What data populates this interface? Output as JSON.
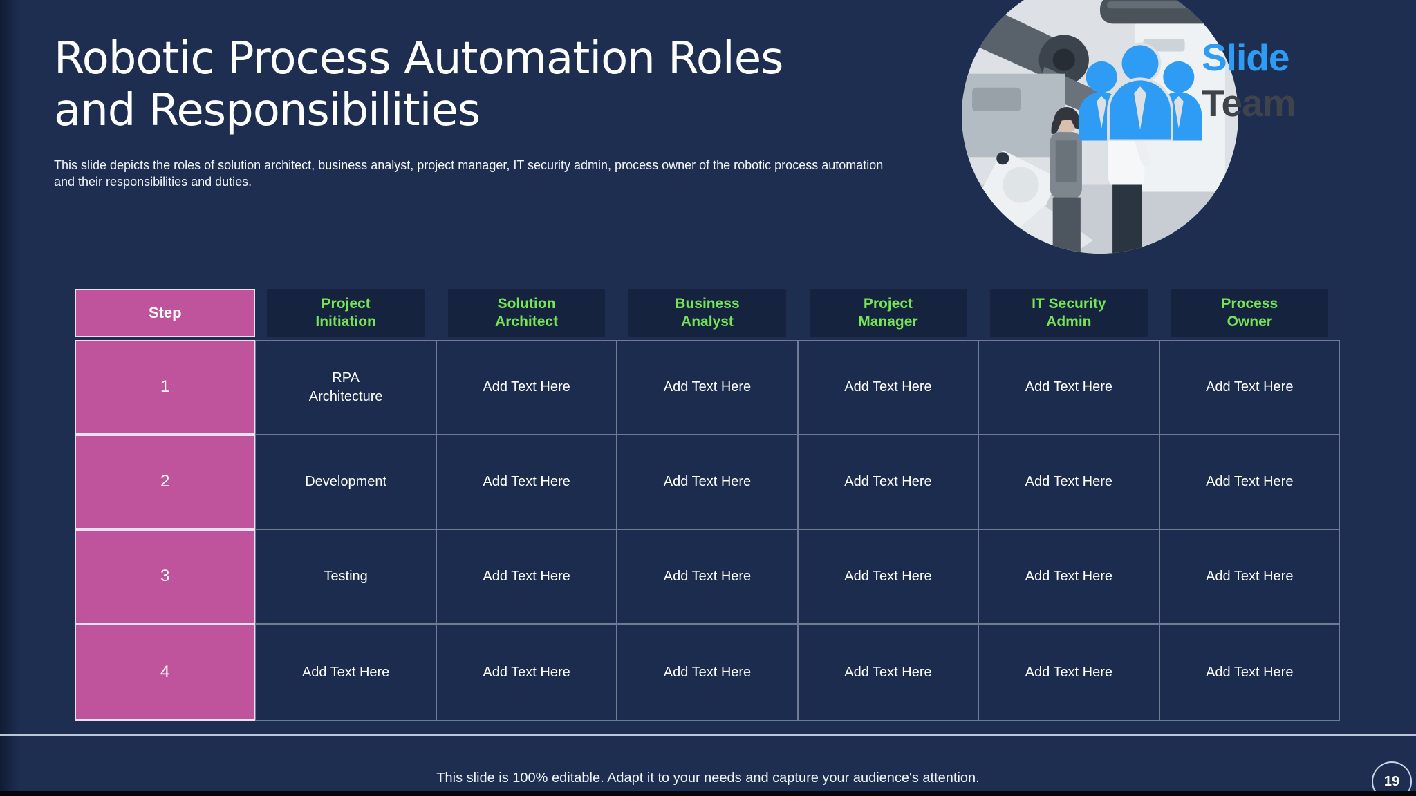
{
  "slide": {
    "title_lines": [
      "Robotic Process Automation Roles",
      "and Responsibilities"
    ],
    "subtitle": "This slide depicts the roles of solution architect, business analyst, project manager, IT security admin, process owner of the robotic process automation and their responsibilities and duties.",
    "footer_note": "This slide is 100% editable. Adapt it to your needs and capture your audience's attention.",
    "page_number": "19"
  },
  "logo": {
    "word1": "Slide",
    "word2": "Team"
  },
  "colors": {
    "background": "#1d2e51",
    "accent_pink": "#c0549c",
    "accent_green": "#76e457",
    "header_cell": "#15233f",
    "logo_blue": "#2e9cf4",
    "logo_dark": "#3f444a"
  },
  "table": {
    "headers": [
      "Step",
      "Project\nInitiation",
      "Solution\nArchitect",
      "Business\nAnalyst",
      "Project\nManager",
      "IT Security\nAdmin",
      "Process\nOwner"
    ],
    "rows": [
      {
        "step": "1",
        "cells": [
          "RPA\nArchitecture",
          "Add Text Here",
          "Add Text Here",
          "Add Text Here",
          "Add Text Here",
          "Add Text Here"
        ]
      },
      {
        "step": "2",
        "cells": [
          "Development",
          "Add Text Here",
          "Add Text Here",
          "Add Text Here",
          "Add Text Here",
          "Add Text Here"
        ]
      },
      {
        "step": "3",
        "cells": [
          "Testing",
          "Add Text Here",
          "Add Text Here",
          "Add Text Here",
          "Add Text Here",
          "Add Text Here"
        ]
      },
      {
        "step": "4",
        "cells": [
          "Add Text Here",
          "Add Text Here",
          "Add Text Here",
          "Add Text Here",
          "Add Text Here",
          "Add Text Here"
        ]
      }
    ]
  }
}
